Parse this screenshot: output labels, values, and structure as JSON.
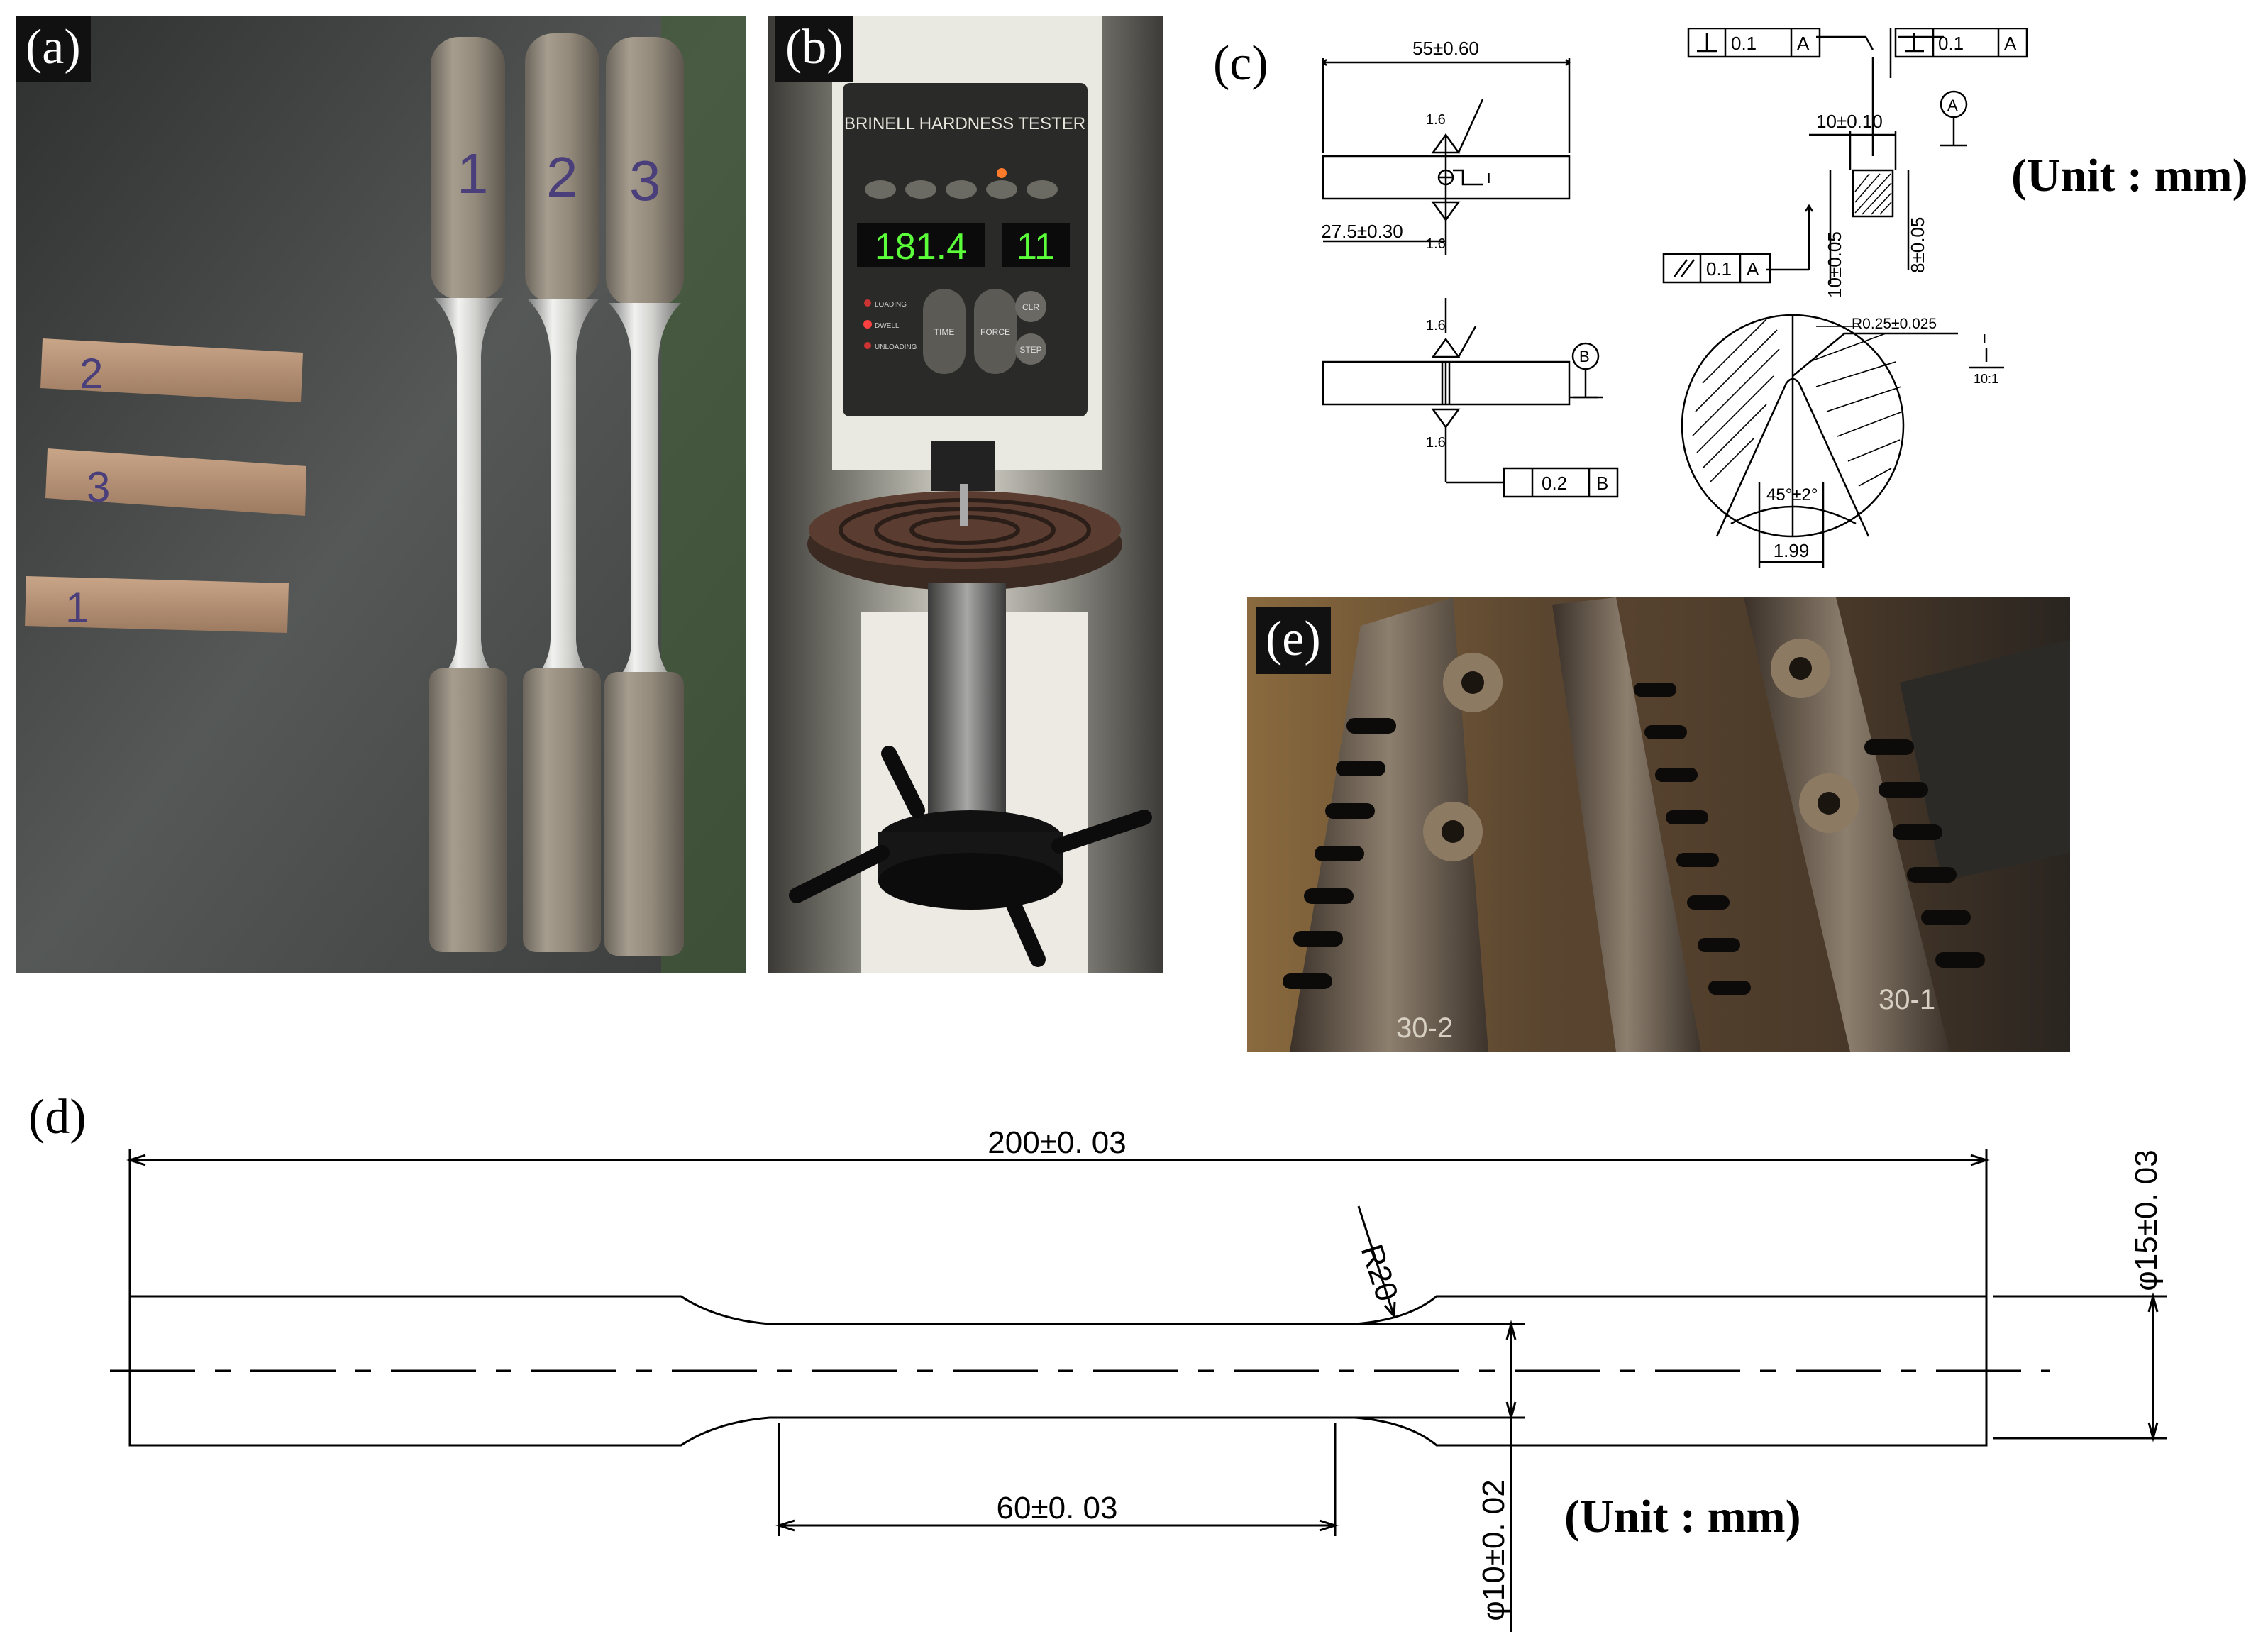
{
  "panels": {
    "a": {
      "label": "(a)",
      "specimen_numbers": [
        "1",
        "2",
        "3"
      ],
      "bar_numbers": [
        "2",
        "3",
        "1"
      ]
    },
    "b": {
      "label": "(b)",
      "tester_title": "BRINELL HARDNESS TESTER",
      "reading_main": "181.4",
      "reading_secondary": "11",
      "indicators": [
        "LOADING",
        "DWELL",
        "UNLOADING"
      ],
      "button_time": "TIME",
      "button_force": "FORCE",
      "button_clr": "CLR",
      "button_step": "STEP"
    },
    "c": {
      "label": "(c)",
      "unit": "(Unit : mm)",
      "length": "55±0.60",
      "half_length": "27.5±0.30",
      "roughness_1": "1.6",
      "roughness_2": "1.6",
      "roughness_3": "1.6",
      "roughness_4": "1.6",
      "section_mark": "I",
      "tol_perp_a_left": "0.1",
      "tol_perp_a_right": "0.1",
      "datum_a": "A",
      "datum_b": "B",
      "width": "10±0.10",
      "height_left": "10±0.05",
      "height_right": "8±0.05",
      "tol_parallel": "0.1",
      "tol_perp_b": "0.2",
      "notch_radius": "R0.25±0.025",
      "detail_label": "I",
      "detail_scale": "10:1",
      "notch_angle": "45°±2°",
      "notch_depth": "1.99"
    },
    "d": {
      "label": "(d)",
      "unit": "(Unit : mm)",
      "overall_length": "200±0. 03",
      "gauge_length": "60±0. 03",
      "fillet_radius": "R20",
      "grip_diameter": "φ15±0. 03",
      "gauge_diameter": "φ10±0. 02"
    },
    "e": {
      "label": "(e)",
      "part_marks": [
        "30-2",
        "30-1"
      ]
    }
  }
}
